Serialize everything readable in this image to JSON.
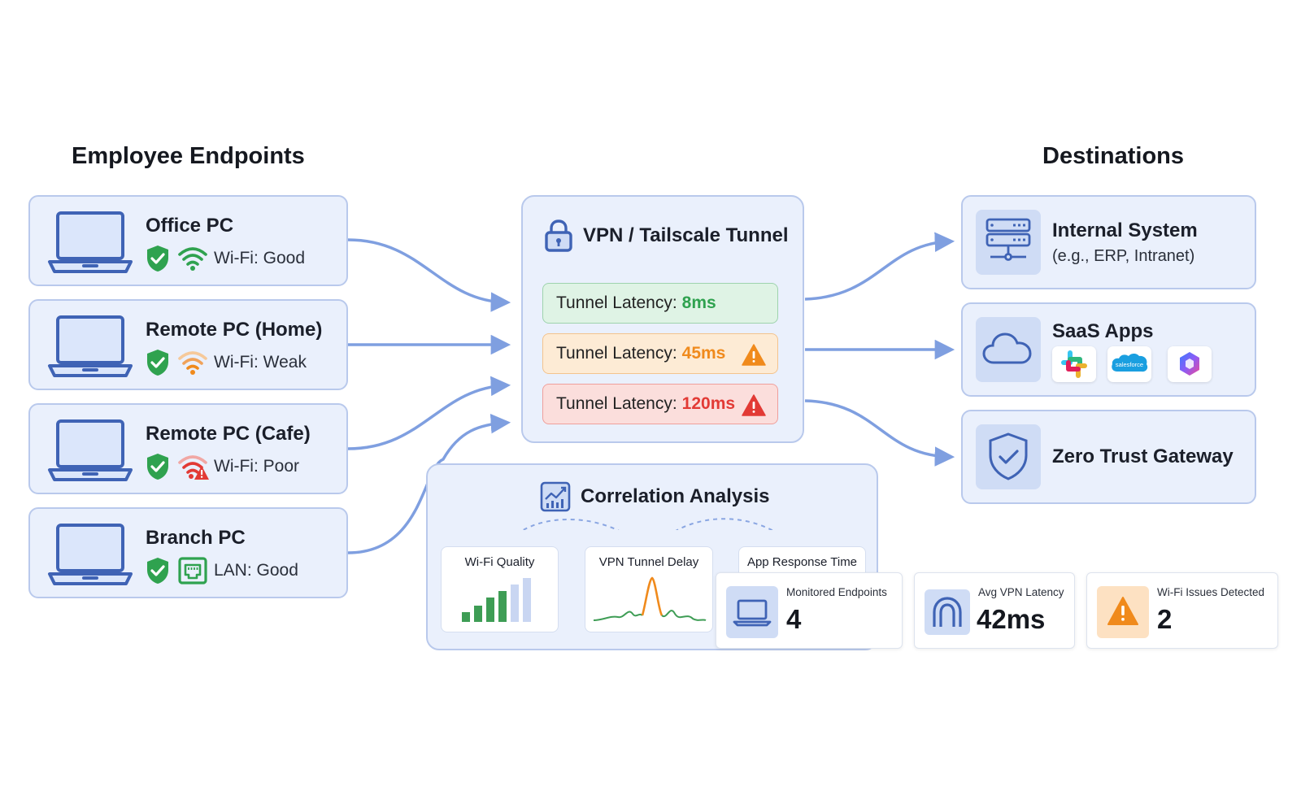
{
  "headings": {
    "endpoints": "Employee Endpoints",
    "destinations": "Destinations"
  },
  "endpoints": [
    {
      "name": "Office PC",
      "status": "Wi-Fi: Good",
      "signal": "good"
    },
    {
      "name": "Remote PC (Home)",
      "status": "Wi-Fi: Weak",
      "signal": "weak"
    },
    {
      "name": "Remote PC (Cafe)",
      "status": "Wi-Fi: Poor",
      "signal": "poor"
    },
    {
      "name": "Branch PC",
      "status": "LAN: Good",
      "signal": "lan"
    }
  ],
  "vpn": {
    "title": "VPN / Tailscale Tunnel",
    "latencies": [
      {
        "label": "Tunnel Latency:",
        "value": "8ms",
        "level": "good"
      },
      {
        "label": "Tunnel Latency:",
        "value": "45ms",
        "level": "warning"
      },
      {
        "label": "Tunnel Latency:",
        "value": "120ms",
        "level": "critical"
      }
    ]
  },
  "destinations": {
    "internal": {
      "title": "Internal System",
      "subtitle": "(e.g., ERP, Intranet)"
    },
    "saas": {
      "title": "SaaS Apps",
      "apps": [
        "slack-logo",
        "salesforce-logo",
        "copilot-logo"
      ],
      "salesforce_text": "salesforce"
    },
    "zero_trust": {
      "title": "Zero Trust Gateway"
    }
  },
  "correlation": {
    "title": "Correlation Analysis",
    "charts": [
      {
        "label": "Wi-Fi Quality"
      },
      {
        "label": "VPN Tunnel Delay"
      },
      {
        "label": "App Response Time"
      }
    ]
  },
  "stats": [
    {
      "label": "Monitored Endpoints",
      "value": "4",
      "icon": "laptop-icon"
    },
    {
      "label": "Avg VPN Latency",
      "value": "42ms",
      "icon": "tunnel-icon"
    },
    {
      "label": "Wi-Fi Issues Detected",
      "value": "2",
      "icon": "warning-icon"
    }
  ],
  "colors": {
    "card_bg": "#eaf0fc",
    "card_border": "#b9c9ec",
    "arrow": "#7f9fe0",
    "good": "#2fa24f",
    "warning": "#f08a1c",
    "critical": "#e23a35",
    "laptop": "#3f63b5"
  }
}
